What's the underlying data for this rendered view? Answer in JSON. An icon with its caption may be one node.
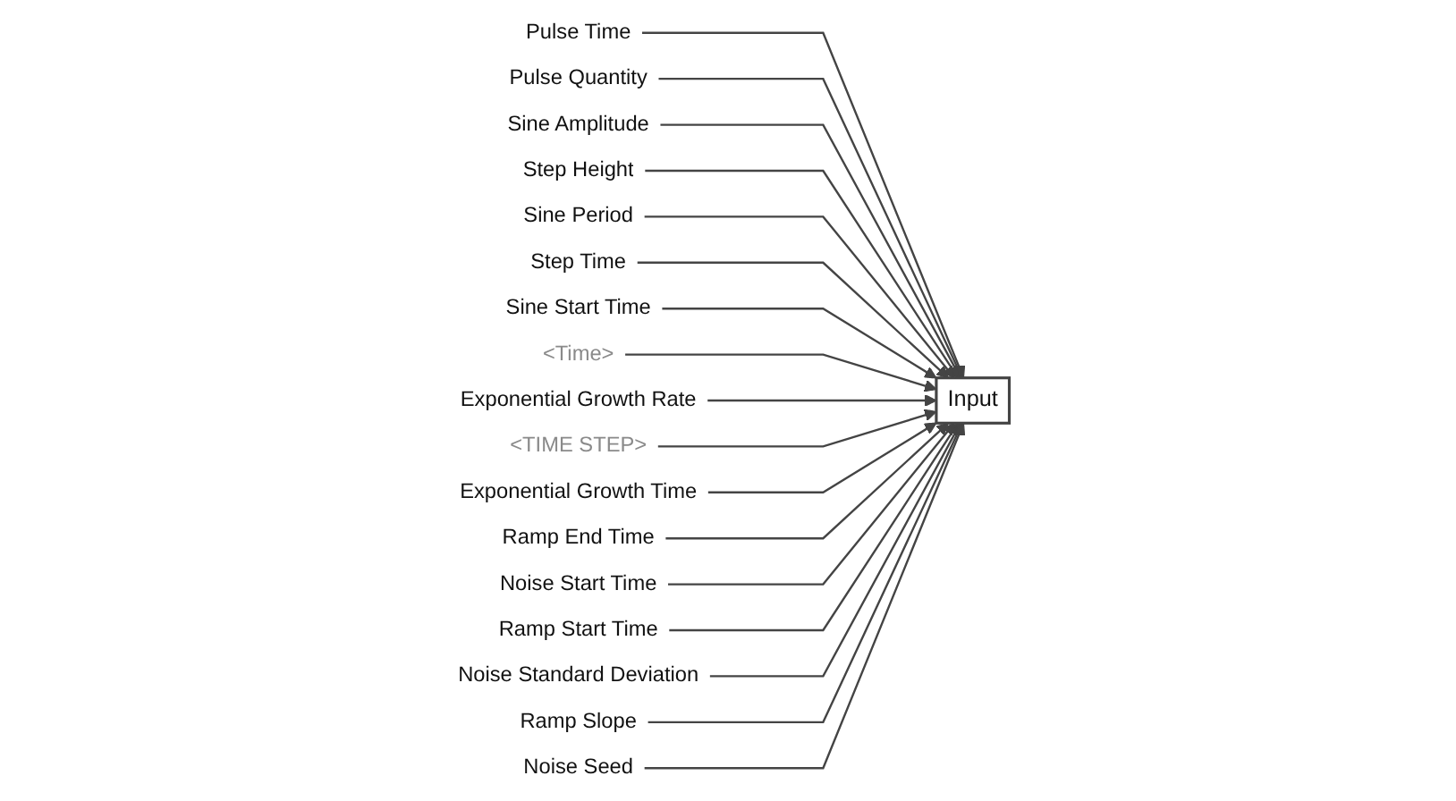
{
  "diagram": {
    "nodes": [
      {
        "text": [
          "Pulse Time"
        ]
      },
      {
        "text": [
          "Pulse Quantity"
        ]
      },
      {
        "text": [
          "Sine Amplitude"
        ]
      },
      {
        "text": [
          "Step Height"
        ]
      },
      {
        "text": [
          "Sine Period"
        ]
      },
      {
        "text": [
          "Step Time"
        ]
      },
      {
        "text": [
          "Sine Start Time"
        ]
      },
      {
        "text": [
          "<Time>"
        ]
      },
      {
        "text": [
          "Input"
        ]
      },
      {
        "text": [
          "Exponential Growth Rate"
        ]
      },
      {
        "text": [
          "<TIME STEP>"
        ]
      },
      {
        "text": [
          "Exponential Growth Time"
        ]
      },
      {
        "text": [
          "Ramp End Time"
        ]
      },
      {
        "text": [
          "Noise Start Time"
        ]
      },
      {
        "text": [
          "Ramp Start Time"
        ]
      },
      {
        "text": [
          "Noise Standard Deviation"
        ]
      },
      {
        "text": [
          "Ramp Slope"
        ]
      },
      {
        "text": [
          "Noise Seed"
        ]
      }
    ],
    "edges": [
      {
        "from": 0,
        "to": 8,
        "arrow": "to"
      },
      {
        "from": 1,
        "to": 8,
        "arrow": "to"
      },
      {
        "from": 2,
        "to": 8,
        "arrow": "to"
      },
      {
        "from": 3,
        "to": 8,
        "arrow": "to"
      },
      {
        "from": 4,
        "to": 8,
        "arrow": "to"
      },
      {
        "from": 5,
        "to": 8,
        "arrow": "to"
      },
      {
        "from": 6,
        "to": 8,
        "arrow": "to"
      },
      {
        "from": 7,
        "to": 8,
        "arrow": "to"
      },
      {
        "from": 9,
        "to": 8,
        "arrow": "to"
      },
      {
        "from": 10,
        "to": 8,
        "arrow": "to"
      },
      {
        "from": 11,
        "to": 8,
        "arrow": "to"
      },
      {
        "from": 12,
        "to": 8,
        "arrow": "to"
      },
      {
        "from": 13,
        "to": 8,
        "arrow": "to"
      },
      {
        "from": 14,
        "to": 8,
        "arrow": "to"
      },
      {
        "from": 15,
        "to": 8,
        "arrow": "to"
      },
      {
        "from": 16,
        "to": 8,
        "arrow": "to"
      },
      {
        "from": 17,
        "to": 8,
        "arrow": "to"
      }
    ]
  }
}
